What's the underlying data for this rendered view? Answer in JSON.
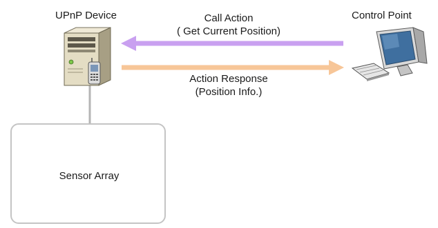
{
  "nodes": {
    "upnp_device": {
      "label": "UPnP Device",
      "icon": "server-with-phone-icon"
    },
    "control_point": {
      "label": "Control Point",
      "icon": "desktop-computer-icon"
    },
    "sensor_array": {
      "label": "Sensor Array"
    }
  },
  "edges": {
    "call_action": {
      "line1": "Call Action",
      "line2": "( Get Current Position)",
      "from": "control_point",
      "to": "upnp_device",
      "color": "#c9a0f0"
    },
    "action_response": {
      "line1": "Action Response",
      "line2": "(Position Info.)",
      "from": "upnp_device",
      "to": "control_point",
      "color": "#f7c698"
    },
    "sensor_link": {
      "from": "upnp_device",
      "to": "sensor_array",
      "color": "#b5b5b5"
    }
  }
}
